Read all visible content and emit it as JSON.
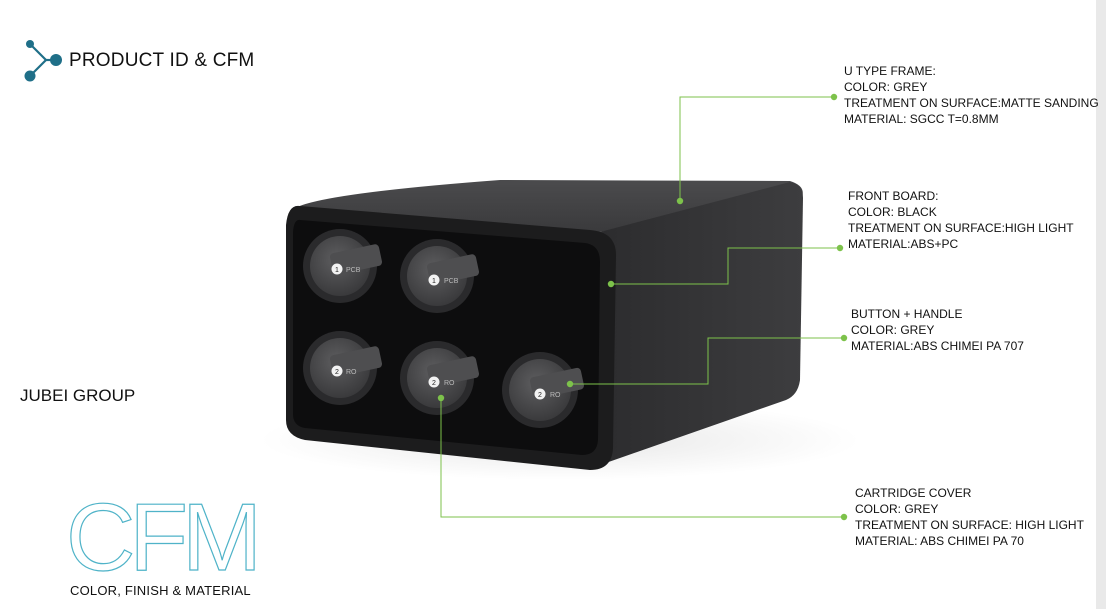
{
  "header": {
    "title": "PRODUCT ID & CFM"
  },
  "brand": {
    "name": "JUBEI GROUP"
  },
  "cfm": {
    "letters": "CFM",
    "subtitle": "COLOR, FINISH &  MATERIAL"
  },
  "callouts": {
    "u_frame": {
      "title": "U TYPE FRAME:",
      "color": "COLOR: GREY",
      "treatment": "TREATMENT ON SURFACE:MATTE SANDING",
      "material": "MATERIAL: SGCC T=0.8MM"
    },
    "front_board": {
      "title": "FRONT BOARD:",
      "color": "COLOR: BLACK",
      "treatment": "TREATMENT ON SURFACE:HIGH LIGHT",
      "material": "MATERIAL:ABS+PC"
    },
    "button_handle": {
      "title": "BUTTON + HANDLE",
      "color": "COLOR: GREY",
      "material": "MATERIAL:ABS CHIMEI PA 707"
    },
    "cartridge_cover": {
      "title": "CARTRIDGE COVER",
      "color": "COLOR: GREY",
      "treatment": "TREATMENT ON SURFACE: HIGH LIGHT",
      "material": "MATERIAL: ABS CHIMEI PA 70"
    }
  },
  "cartridges": [
    {
      "number": "1",
      "label": "PCB"
    },
    {
      "number": "1",
      "label": "PCB"
    },
    {
      "number": "2",
      "label": "RO"
    },
    {
      "number": "2",
      "label": "RO"
    },
    {
      "number": "2",
      "label": "RO"
    }
  ],
  "colors": {
    "accent_green": "#7dc24b",
    "logo_blue": "#1f6f88",
    "cfm_cyan": "#4fb3c8"
  }
}
